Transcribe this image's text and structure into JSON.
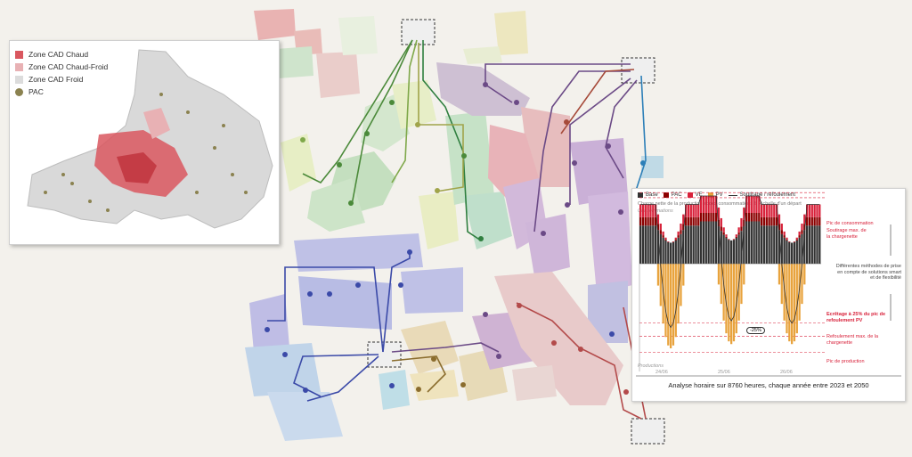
{
  "map_legend": {
    "items": [
      {
        "label": "Zone CAD Chaud",
        "color": "#d9575f"
      },
      {
        "label": "Zone CAD Chaud-Froid",
        "color": "#e8b1b4"
      },
      {
        "label": "Zone CAD Froid",
        "color": "#dcdcdc"
      },
      {
        "label": "PAC",
        "color": "#8b8250"
      }
    ]
  },
  "chart": {
    "legend": [
      {
        "label": "Base",
        "color": "#333333",
        "kind": "square"
      },
      {
        "label": "PAC",
        "color": "#8b0000",
        "kind": "square"
      },
      {
        "label": "VE",
        "color": "#d8213a",
        "kind": "square"
      },
      {
        "label": "PV",
        "color": "#e8a33d",
        "kind": "square"
      },
      {
        "label": "Soutirage / refoulement",
        "color": "#333333",
        "kind": "line"
      }
    ],
    "subtitle": "Charge nette de la production et des consommations à l'échelle d'un départ",
    "consumption_label": "Consommations",
    "production_label": "Productions",
    "annotations": {
      "peak_consumption": "Pic de consommation",
      "max_draw": "Soutirage max. de la chargenette",
      "methods": "Différentes méthodes de prise en compte de solutions smart et de flexibilité",
      "clipping": "Ecrêtage à 25% du pic de refoulement PV",
      "max_feed": "Refoulement max. de la chargenette",
      "peak_production": "Pic de production"
    },
    "reduction": "-25%",
    "dates": [
      "24/06",
      "25/06",
      "26/06"
    ],
    "footer": "Analyse horaire sur 8760 heures, chaque année entre 2023 et 2050"
  },
  "chart_data": {
    "type": "bar",
    "title": "",
    "categories": [
      "24/06",
      "25/06",
      "26/06"
    ],
    "series": [
      {
        "name": "Base",
        "values": [
          0.45,
          0.5,
          0.45
        ]
      },
      {
        "name": "PAC",
        "values": [
          0.1,
          0.1,
          0.1
        ]
      },
      {
        "name": "VE",
        "values": [
          0.15,
          0.2,
          0.15
        ]
      },
      {
        "name": "PV",
        "values": [
          -1.0,
          -0.95,
          -0.95
        ]
      }
    ],
    "ylim": [
      -1.1,
      0.9
    ]
  }
}
